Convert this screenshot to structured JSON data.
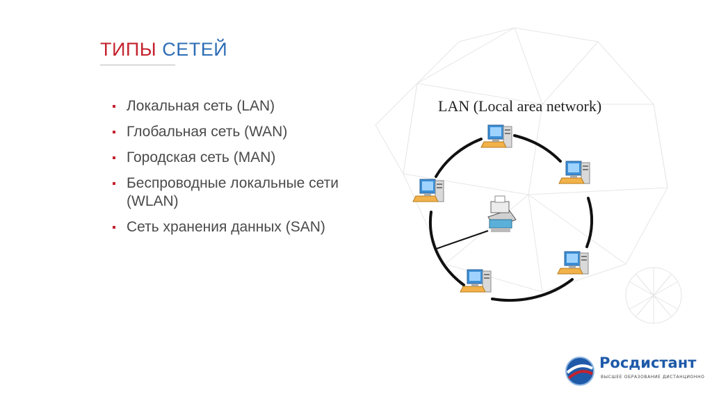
{
  "slide": {
    "title_part1": "ТИПЫ",
    "title_part2": "СЕТЕЙ",
    "bullets": [
      "Локальная сеть (LAN)",
      "Глобальная сеть (WAN)",
      "Городская сеть (MAN)",
      "Беспроводные локальные сети (WLAN)",
      "Сеть хранения данных (SAN)"
    ]
  },
  "diagram": {
    "title": "LAN (Local area network)",
    "nodes": [
      "computer-top",
      "computer-right",
      "computer-left",
      "computer-bottom-right",
      "computer-bottom-left",
      "printer-center"
    ]
  },
  "logo": {
    "name": "Росдистант",
    "tagline": "ВЫСШЕЕ ОБРАЗОВАНИЕ ДИСТАНЦИОННО"
  },
  "colors": {
    "accent_red": "#c4222e",
    "accent_blue": "#2d6db5",
    "logo_blue": "#1e5aa8"
  }
}
